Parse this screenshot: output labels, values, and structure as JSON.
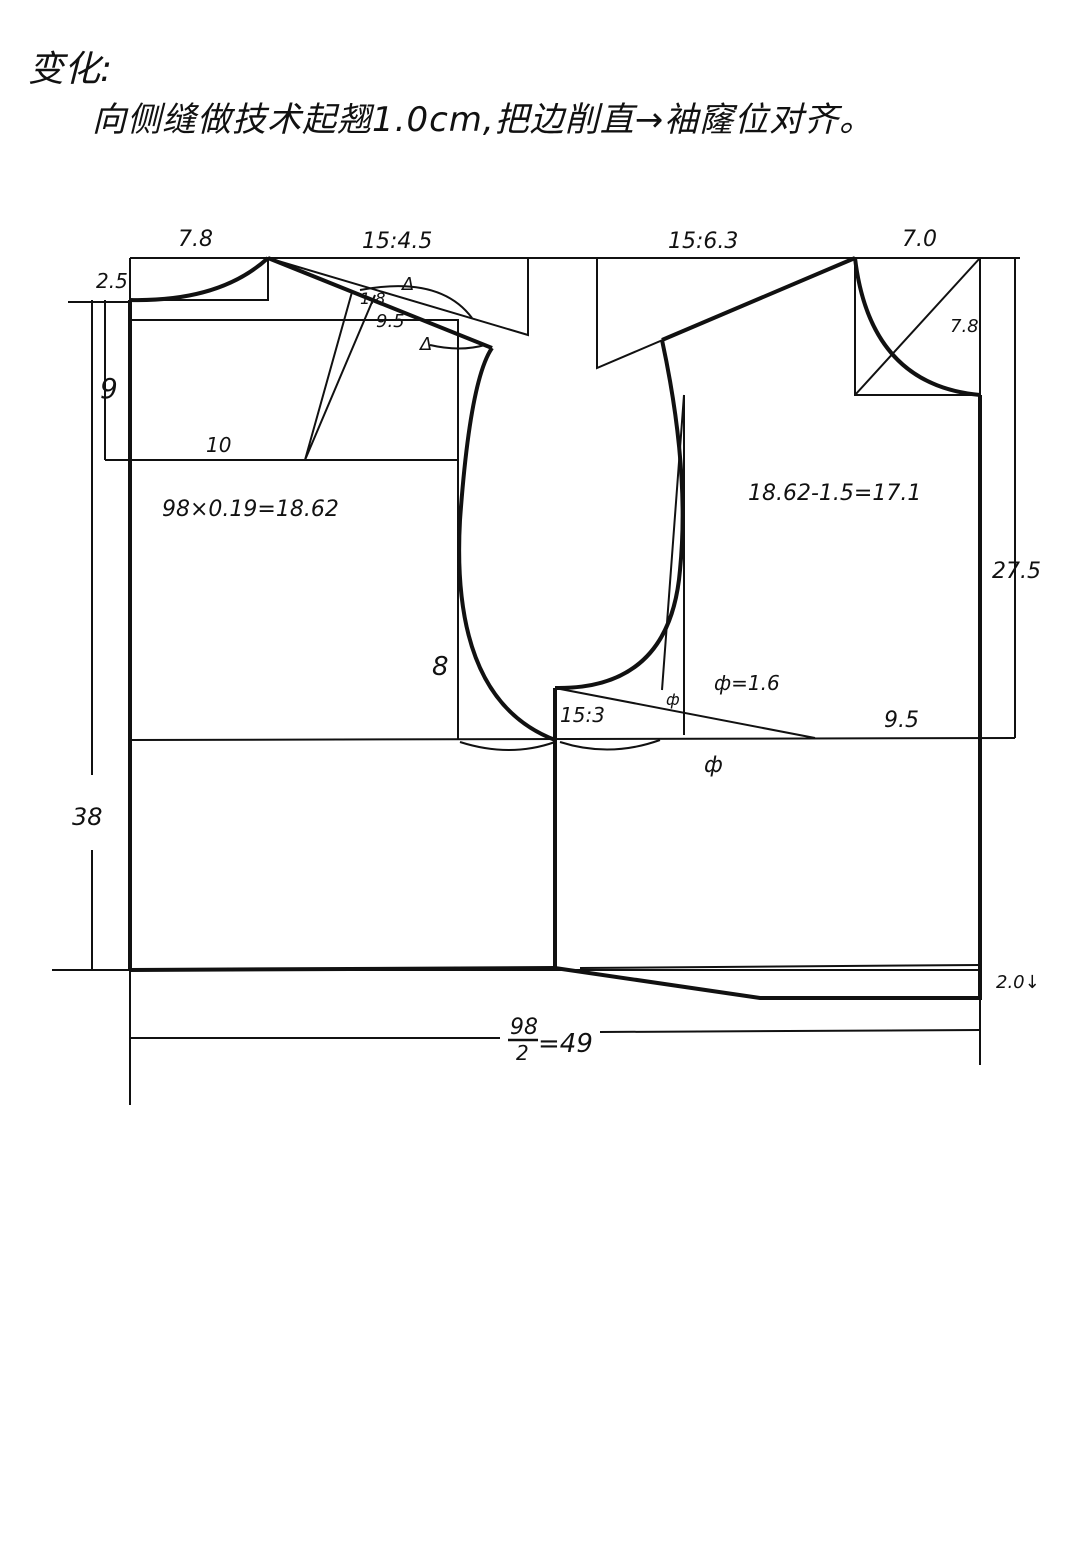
{
  "note": {
    "title": "变化:",
    "text": "向侧缝做技术起翘1.0cm,把边削直→袖窿位对齐。"
  },
  "labels": {
    "back_neck_width": "7.8",
    "back_shoulder_slope": "15:4.5",
    "front_shoulder_slope": "15:6.3",
    "front_neck_width": "7.0",
    "back_neck_depth": "2.5",
    "shoulder_dart_width": "1.8",
    "shoulder_dart_length": "9.5",
    "front_neck_diagonal": "7.8",
    "back_depth": "9",
    "back_width": "10",
    "back_formula": "98×0.19=18.62",
    "front_formula": "18.62-1.5=17.1",
    "front_length": "27.5",
    "armhole_depth": "8",
    "phi_value": "ф=1.6",
    "side_slope": "15:3",
    "side_offset": "9.5",
    "phi": "ф",
    "total_length": "38",
    "hem_drop": "2.0↓",
    "half_bust_num": "98",
    "half_bust_den": "2",
    "half_bust_result": "=49",
    "triangle": "Δ",
    "phi_small": "ф"
  }
}
